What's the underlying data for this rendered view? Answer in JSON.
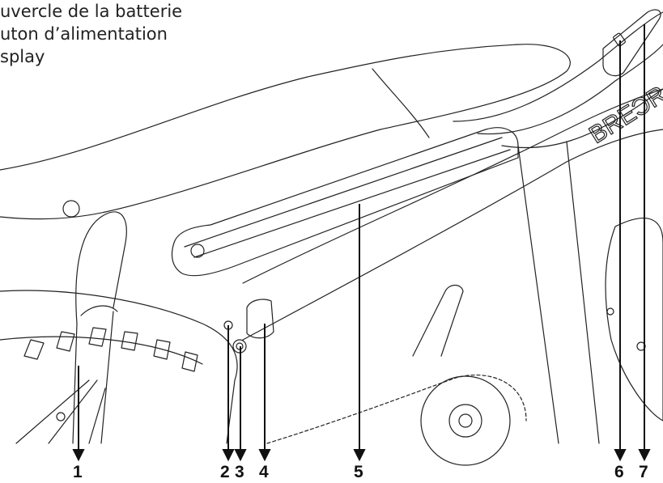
{
  "captions": [
    "uvercle de la batterie",
    "uton d’alimentation",
    "splay"
  ],
  "callouts": [
    "1",
    "2",
    "3",
    "4",
    "5",
    "6",
    "7"
  ],
  "frame_logo": "BREƆR",
  "colors": {
    "line": "#222222",
    "text": "#111111",
    "background": "#ffffff"
  }
}
